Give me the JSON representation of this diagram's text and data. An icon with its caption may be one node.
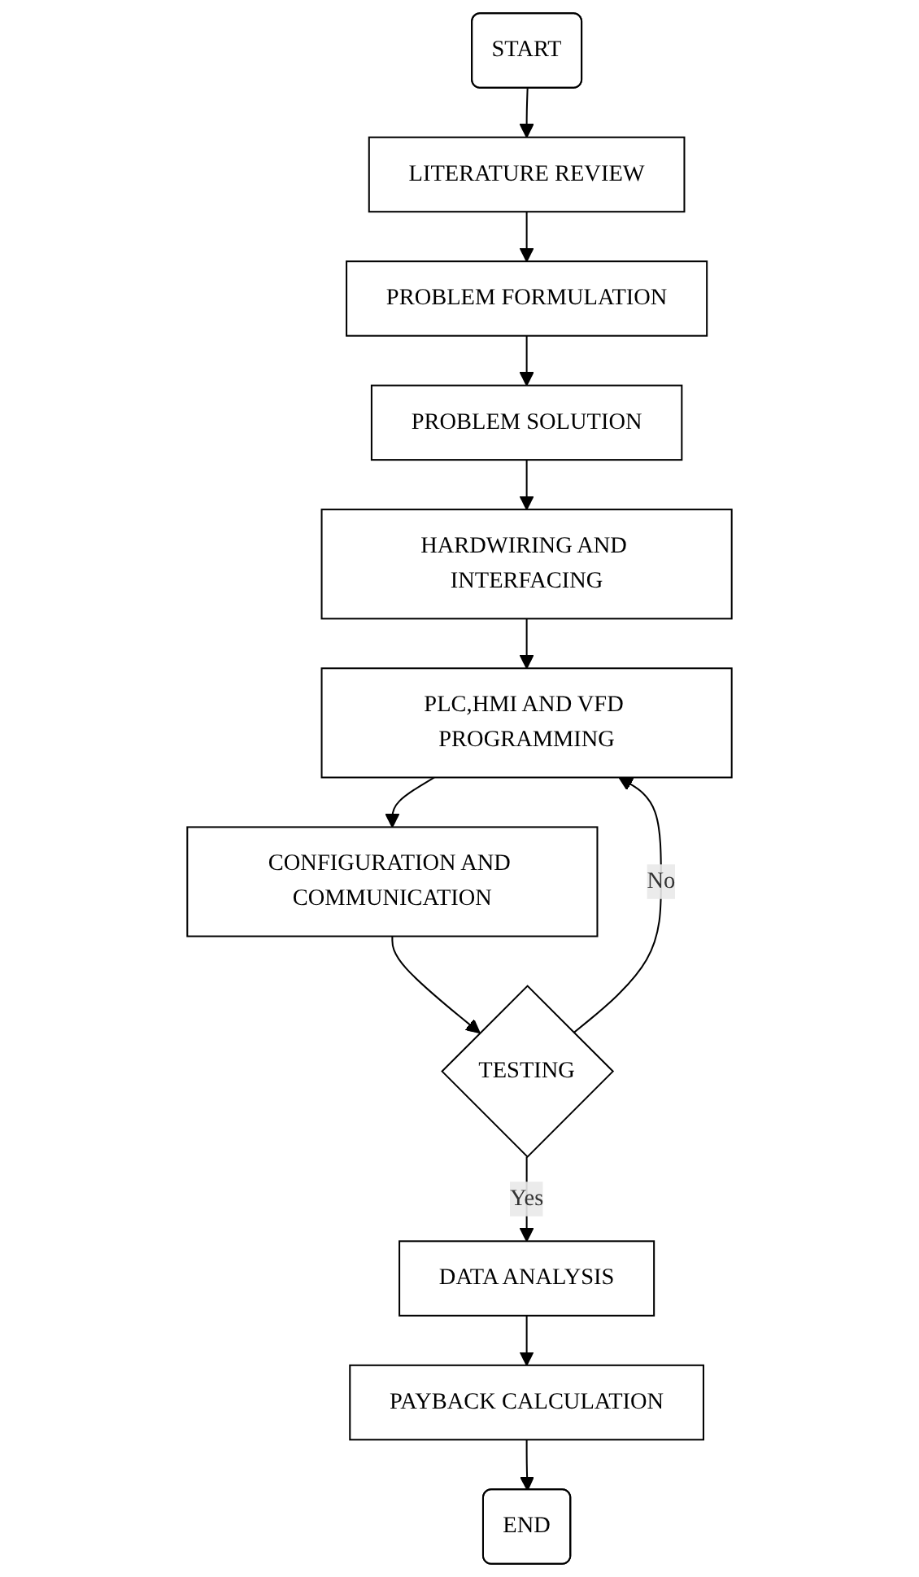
{
  "diagram": {
    "nodes": [
      {
        "text": [
          "START"
        ]
      },
      {
        "text": [
          "LITERATURE REVIEW"
        ]
      },
      {
        "text": [
          "PROBLEM FORMULATION"
        ]
      },
      {
        "text": [
          "PROBLEM SOLUTION"
        ]
      },
      {
        "text": [
          "HARDWIRING AND INTERFACING"
        ]
      },
      {
        "text": [
          "PLC,HMI AND VFD PROGRAMMING"
        ]
      },
      {
        "text": [
          "CONFIGURATION AND COMMUNICATION"
        ]
      },
      {
        "text": [
          "TESTING"
        ]
      },
      {
        "text": [
          "DATA ANALYSIS"
        ]
      },
      {
        "text": [
          "PAYBACK CALCULATION"
        ]
      },
      {
        "text": [
          "END"
        ]
      }
    ],
    "edges": [
      {
        "from": 0,
        "to": 1,
        "arrow": "to"
      },
      {
        "from": 1,
        "to": 2,
        "arrow": "to"
      },
      {
        "from": 2,
        "to": 3,
        "arrow": "to"
      },
      {
        "from": 3,
        "to": 4,
        "arrow": "to"
      },
      {
        "from": 4,
        "to": 5,
        "arrow": "to"
      },
      {
        "from": 5,
        "to": 6,
        "arrow": "to"
      },
      {
        "from": 6,
        "to": 7,
        "arrow": "to"
      },
      {
        "from": 7,
        "to": 5,
        "arrow": "to",
        "label": "No"
      },
      {
        "from": 7,
        "to": 8,
        "arrow": "to",
        "label": "Yes"
      },
      {
        "from": 8,
        "to": 9,
        "arrow": "to"
      },
      {
        "from": 9,
        "to": 10,
        "arrow": "to"
      }
    ]
  }
}
